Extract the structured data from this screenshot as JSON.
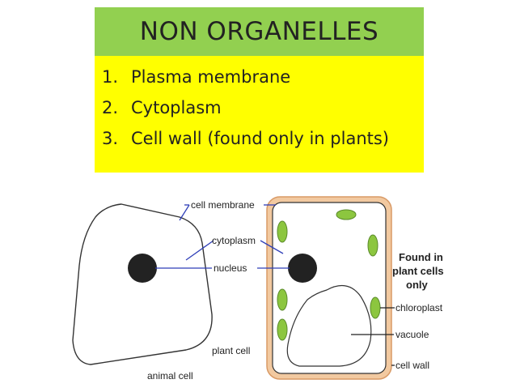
{
  "title": "NON ORGANELLES",
  "list": [
    {
      "num": "1.",
      "text": "Plasma membrane"
    },
    {
      "num": "2.",
      "text": "Cytoplasm"
    },
    {
      "num": "3.",
      "text": "Cell wall (found only in plants)"
    }
  ],
  "diagram": {
    "labels": {
      "cell_membrane": "cell membrane",
      "cytoplasm": "cytoplasm",
      "nucleus": "nucleus",
      "found_in_1": "Found in",
      "found_in_2": "plant cells",
      "found_in_3": "only",
      "chloroplast": "chloroplast",
      "vacuole": "vacuole",
      "cell_wall": "cell wall",
      "plant_cell": "plant cell",
      "animal_cell": "animal cell"
    },
    "colors": {
      "title_bg": "#92d050",
      "list_bg": "#ffff00",
      "cell_wall": "#f2c9a0",
      "cell_wall_stroke": "#d99a66",
      "chloroplast": "#8cc63f",
      "nucleus": "#222222",
      "pointer_blue": "#2f3fb8"
    }
  }
}
